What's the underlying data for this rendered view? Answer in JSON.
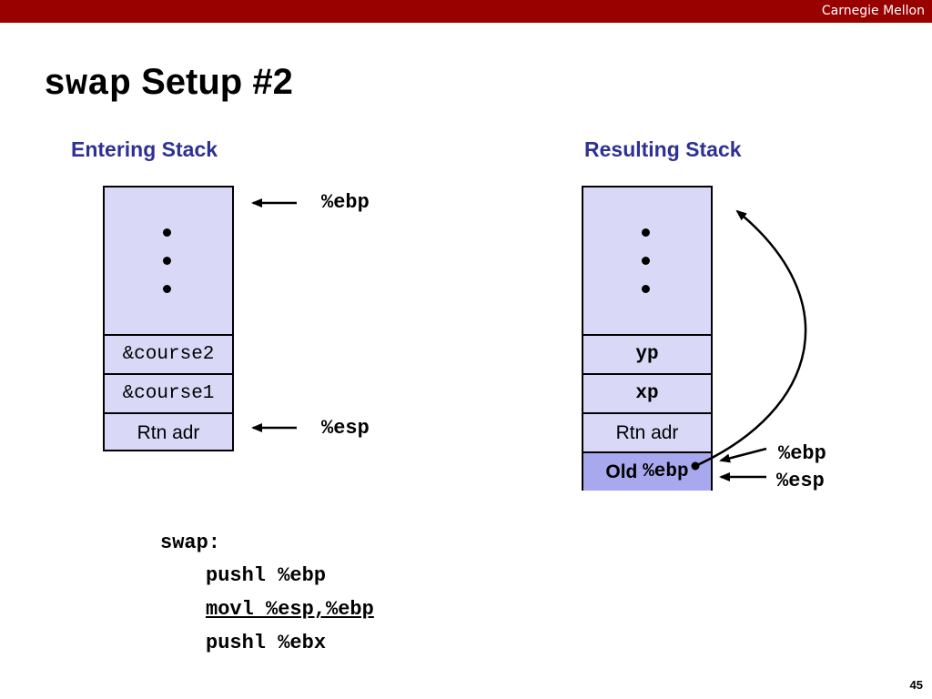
{
  "header": {
    "org": "Carnegie Mellon"
  },
  "title": {
    "mono": "swap",
    "rest": " Setup #2"
  },
  "left": {
    "heading": "Entering Stack",
    "cells": [
      "&course2",
      "&course1",
      "Rtn adr"
    ],
    "labels": {
      "ebp": "%ebp",
      "esp": "%esp"
    }
  },
  "right": {
    "heading": "Resulting Stack",
    "cells": [
      "yp",
      "xp",
      "Rtn adr"
    ],
    "highlight": {
      "prefix": "Old ",
      "reg": "%ebp"
    },
    "labels": {
      "ebp": "%ebp",
      "esp": "%esp"
    }
  },
  "code": {
    "label": "swap:",
    "lines": [
      "pushl %ebp",
      "movl %esp,%ebp",
      "pushl %ebx"
    ]
  },
  "page_number": "45",
  "colors": {
    "header_bar": "#990000",
    "heading": "#2e3192",
    "stack_fill": "#d9d9f7",
    "highlight_fill": "#a8a8ee"
  }
}
